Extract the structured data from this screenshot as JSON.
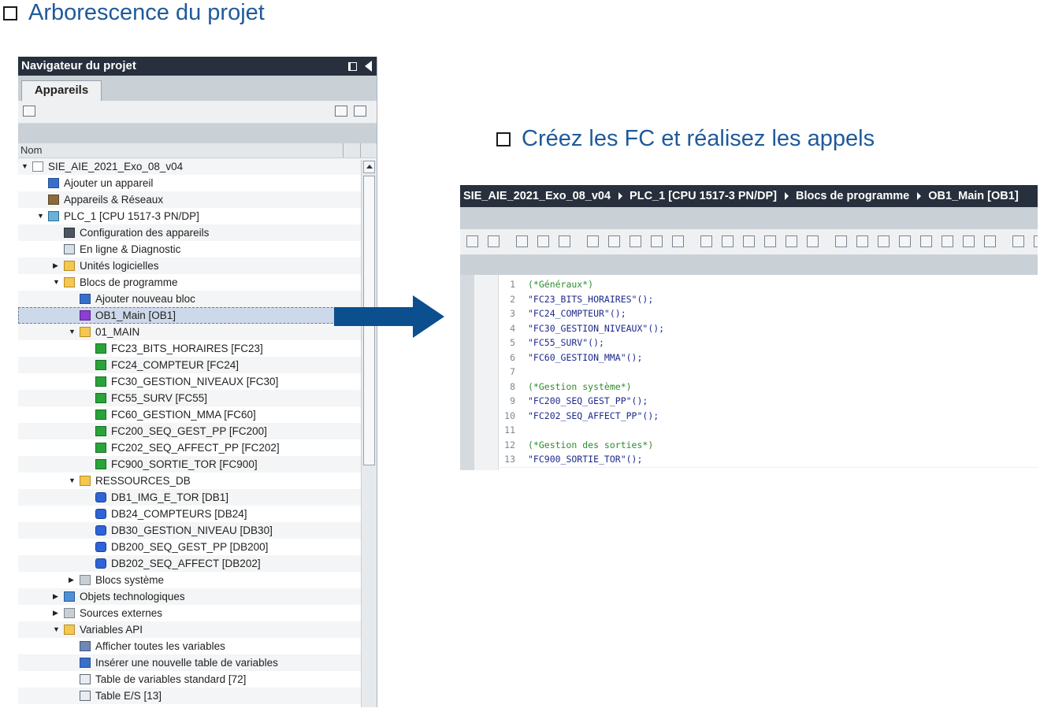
{
  "headings": {
    "project_tree": "Arborescence du projet",
    "create_fc": "Créez les FC et réalisez les appels"
  },
  "navigator": {
    "title": "Navigateur du projet",
    "tab": "Appareils",
    "column_header": "Nom",
    "items": [
      {
        "label": "SIE_AIE_2021_Exo_08_v04",
        "icon": "document-icon",
        "level": 0,
        "expander": "open"
      },
      {
        "label": "Ajouter un appareil",
        "icon": "add-device-icon",
        "level": 1,
        "expander": ""
      },
      {
        "label": "Appareils & Réseaux",
        "icon": "network-icon",
        "level": 1,
        "expander": ""
      },
      {
        "label": "PLC_1 [CPU 1517-3 PN/DP]",
        "icon": "plc-icon",
        "level": 1,
        "expander": "open"
      },
      {
        "label": "Configuration des appareils",
        "icon": "device-config-icon",
        "level": 2,
        "expander": ""
      },
      {
        "label": "En ligne & Diagnostic",
        "icon": "diagnostic-icon",
        "level": 2,
        "expander": ""
      },
      {
        "label": "Unités logicielles",
        "icon": "software-units-icon",
        "level": 2,
        "expander": "closed"
      },
      {
        "label": "Blocs de programme",
        "icon": "program-blocks-icon",
        "level": 2,
        "expander": "open"
      },
      {
        "label": "Ajouter nouveau bloc",
        "icon": "add-block-icon",
        "level": 3,
        "expander": ""
      },
      {
        "label": "OB1_Main [OB1]",
        "icon": "ob-block-icon",
        "level": 3,
        "expander": "",
        "selected": true
      },
      {
        "label": "01_MAIN",
        "icon": "folder-icon",
        "level": 3,
        "expander": "open"
      },
      {
        "label": "FC23_BITS_HORAIRES [FC23]",
        "icon": "fc-block-icon",
        "level": 4,
        "expander": ""
      },
      {
        "label": "FC24_COMPTEUR [FC24]",
        "icon": "fc-block-icon",
        "level": 4,
        "expander": ""
      },
      {
        "label": "FC30_GESTION_NIVEAUX [FC30]",
        "icon": "fc-block-icon",
        "level": 4,
        "expander": ""
      },
      {
        "label": "FC55_SURV [FC55]",
        "icon": "fc-block-icon",
        "level": 4,
        "expander": ""
      },
      {
        "label": "FC60_GESTION_MMA [FC60]",
        "icon": "fc-block-icon",
        "level": 4,
        "expander": ""
      },
      {
        "label": "FC200_SEQ_GEST_PP [FC200]",
        "icon": "fc-block-icon",
        "level": 4,
        "expander": ""
      },
      {
        "label": "FC202_SEQ_AFFECT_PP [FC202]",
        "icon": "fc-block-icon",
        "level": 4,
        "expander": ""
      },
      {
        "label": "FC900_SORTIE_TOR [FC900]",
        "icon": "fc-block-icon",
        "level": 4,
        "expander": ""
      },
      {
        "label": "RESSOURCES_DB",
        "icon": "folder-icon",
        "level": 3,
        "expander": "open"
      },
      {
        "label": "DB1_IMG_E_TOR [DB1]",
        "icon": "db-block-icon",
        "level": 4,
        "expander": ""
      },
      {
        "label": "DB24_COMPTEURS [DB24]",
        "icon": "db-block-icon",
        "level": 4,
        "expander": ""
      },
      {
        "label": "DB30_GESTION_NIVEAU [DB30]",
        "icon": "db-block-icon",
        "level": 4,
        "expander": ""
      },
      {
        "label": "DB200_SEQ_GEST_PP [DB200]",
        "icon": "db-block-icon",
        "level": 4,
        "expander": ""
      },
      {
        "label": "DB202_SEQ_AFFECT [DB202]",
        "icon": "db-block-icon",
        "level": 4,
        "expander": ""
      },
      {
        "label": "Blocs système",
        "icon": "system-blocks-icon",
        "level": 3,
        "expander": "closed"
      },
      {
        "label": "Objets technologiques",
        "icon": "technology-objects-icon",
        "level": 2,
        "expander": "closed"
      },
      {
        "label": "Sources externes",
        "icon": "external-sources-icon",
        "level": 2,
        "expander": "closed"
      },
      {
        "label": "Variables API",
        "icon": "plc-tags-folder-icon",
        "level": 2,
        "expander": "open"
      },
      {
        "label": "Afficher toutes les variables",
        "icon": "show-tags-icon",
        "level": 3,
        "expander": ""
      },
      {
        "label": "Insérer une nouvelle table de variables",
        "icon": "add-tag-table-icon",
        "level": 3,
        "expander": ""
      },
      {
        "label": "Table de variables standard [72]",
        "icon": "tag-table-icon",
        "level": 3,
        "expander": ""
      },
      {
        "label": "Table E/S [13]",
        "icon": "tag-table-icon",
        "level": 3,
        "expander": ""
      }
    ]
  },
  "editor": {
    "breadcrumb": [
      "SIE_AIE_2021_Exo_08_v04",
      "PLC_1 [CPU 1517-3 PN/DP]",
      "Blocs de programme",
      "OB1_Main [OB1]"
    ],
    "lines": [
      {
        "n": "1",
        "code": "(*Généraux*)",
        "type": "comment"
      },
      {
        "n": "2",
        "code": "\"FC23_BITS_HORAIRES\"();",
        "type": "call"
      },
      {
        "n": "3",
        "code": "\"FC24_COMPTEUR\"();",
        "type": "call"
      },
      {
        "n": "4",
        "code": "\"FC30_GESTION_NIVEAUX\"();",
        "type": "call"
      },
      {
        "n": "5",
        "code": "\"FC55_SURV\"();",
        "type": "call"
      },
      {
        "n": "6",
        "code": "\"FC60_GESTION_MMA\"();",
        "type": "call"
      },
      {
        "n": "7",
        "code": "",
        "type": "blank"
      },
      {
        "n": "8",
        "code": "(*Gestion système*)",
        "type": "comment"
      },
      {
        "n": "9",
        "code": "\"FC200_SEQ_GEST_PP\"();",
        "type": "call"
      },
      {
        "n": "10",
        "code": "\"FC202_SEQ_AFFECT_PP\"();",
        "type": "call"
      },
      {
        "n": "11",
        "code": "",
        "type": "blank"
      },
      {
        "n": "12",
        "code": "(*Gestion des sorties*)",
        "type": "comment"
      },
      {
        "n": "13",
        "code": "\"FC900_SORTIE_TOR\"();",
        "type": "call"
      }
    ]
  },
  "colors": {
    "heading": "#1f5a9a",
    "titlebar": "#27303c",
    "arrow": "#0b4f8f",
    "code_call": "#1e2a8c",
    "code_comment": "#2e8b2e"
  }
}
